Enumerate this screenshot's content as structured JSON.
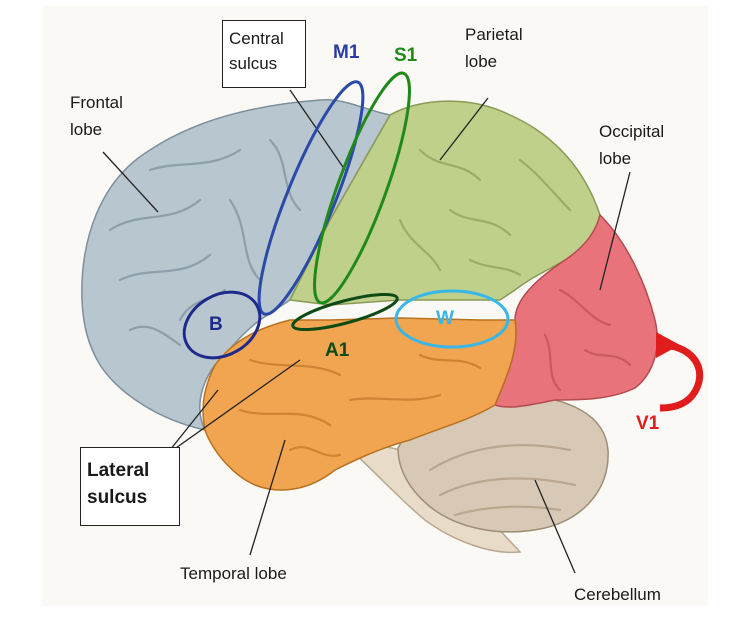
{
  "labels": {
    "frontal_lobe": [
      "Frontal",
      "lobe"
    ],
    "central_sulcus": [
      "Central",
      "sulcus"
    ],
    "parietal_lobe": [
      "Parietal",
      "lobe"
    ],
    "occipital_lobe": [
      "Occipital",
      "lobe"
    ],
    "temporal_lobe": "Temporal lobe",
    "cerebellum": "Cerebellum",
    "lateral_sulcus": [
      "Lateral",
      "sulcus"
    ]
  },
  "areas": {
    "m1": {
      "text": "M1",
      "color": "#2b3aa8"
    },
    "s1": {
      "text": "S1",
      "color": "#1f8a1a"
    },
    "a1": {
      "text": "A1",
      "color": "#0e4a14"
    },
    "b": {
      "text": "B",
      "color": "#1e2a8a"
    },
    "w": {
      "text": "W",
      "color": "#38b6e8"
    },
    "v1": {
      "text": "V1",
      "color": "#e01d1d"
    }
  },
  "colors": {
    "frontal": "#b7c6cf",
    "parietal": "#bfd08a",
    "occipital": "#e9737a",
    "temporal": "#f1a550",
    "cerebellum": "#d8c9b6",
    "brainstem": "#e8dcc9"
  }
}
